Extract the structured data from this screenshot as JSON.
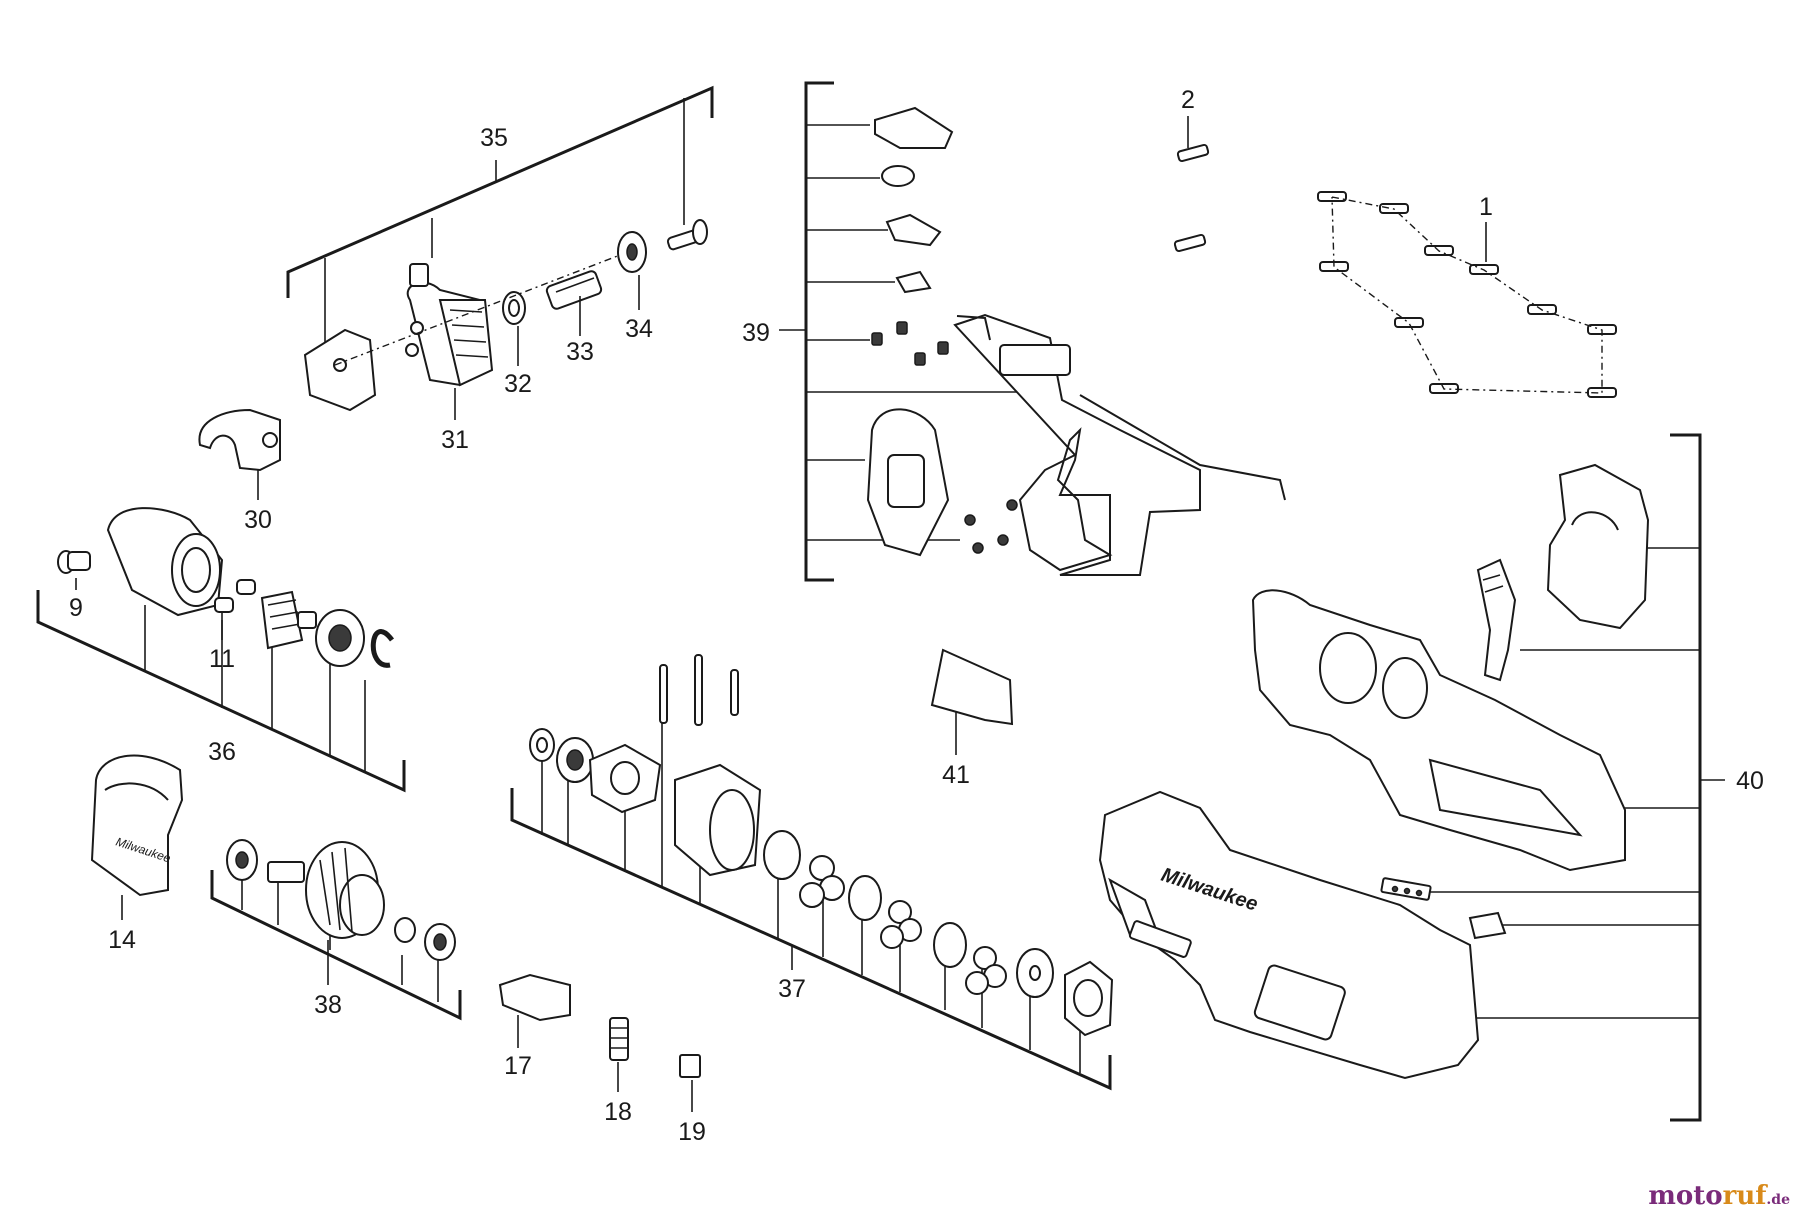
{
  "labels": {
    "l1": "1",
    "l2": "2",
    "l9": "9",
    "l11": "11",
    "l14": "14",
    "l17": "17",
    "l18": "18",
    "l19": "19",
    "l30": "30",
    "l31": "31",
    "l32": "32",
    "l33": "33",
    "l34": "34",
    "l35": "35",
    "l36": "36",
    "l37": "37",
    "l38": "38",
    "l39": "39",
    "l40": "40",
    "l41": "41"
  },
  "watermark": {
    "part1": "moto",
    "part2": "ruf",
    "part3": ".de"
  },
  "brand_text": "Milwaukee",
  "colors": {
    "line": "#1a1a1a",
    "background": "#ffffff",
    "watermark_purple": "#7a2b7a",
    "watermark_orange": "#d88a1a"
  }
}
